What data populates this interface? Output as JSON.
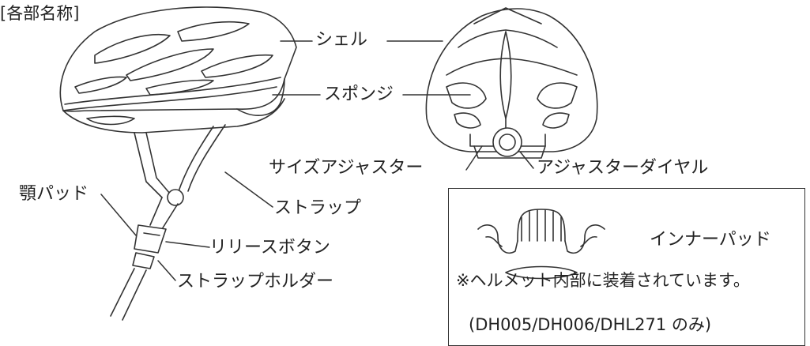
{
  "title": "[各部名称]",
  "labels": {
    "shell": "シェル",
    "sponge": "スポンジ",
    "size_adjuster": "サイズアジャスター",
    "adjuster_dial": "アジャスターダイヤル",
    "chin_pad": "顎パッド",
    "strap": "ストラップ",
    "release_button": "リリースボタン",
    "strap_holder": "ストラップホルダー"
  },
  "inner_pad": {
    "label": "インナーパッド",
    "note": "※ヘルメット内部に装着されています。",
    "models": "(DH005/DH006/DHL271 のみ)"
  }
}
